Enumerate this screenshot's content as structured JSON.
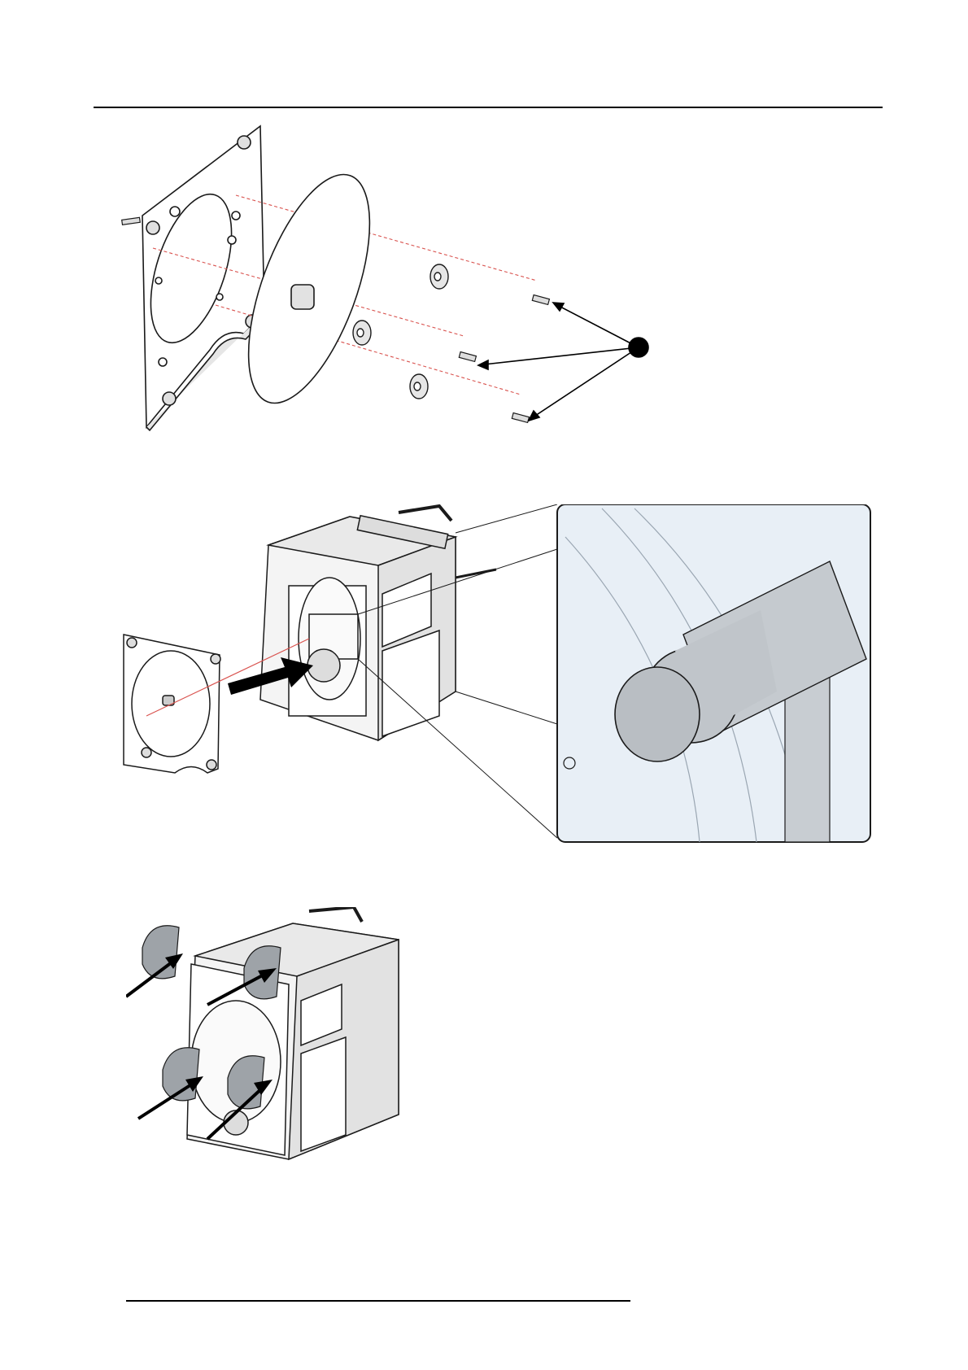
{
  "page": {
    "figures": [
      {
        "id": "fig-exploded-plate",
        "description_name": "exploded-front-plate-illustration"
      },
      {
        "id": "fig-insert-plate",
        "description_name": "insert-plate-into-housing-illustration"
      },
      {
        "id": "fig-fasten-screws",
        "description_name": "fasten-four-captive-screws-illustration"
      }
    ]
  },
  "colors": {
    "line": "#1a1a1a",
    "dash": "#d9534f",
    "detail_bg": "#e8eff6",
    "metal": "#cfd3d6",
    "callout": "#000000"
  }
}
